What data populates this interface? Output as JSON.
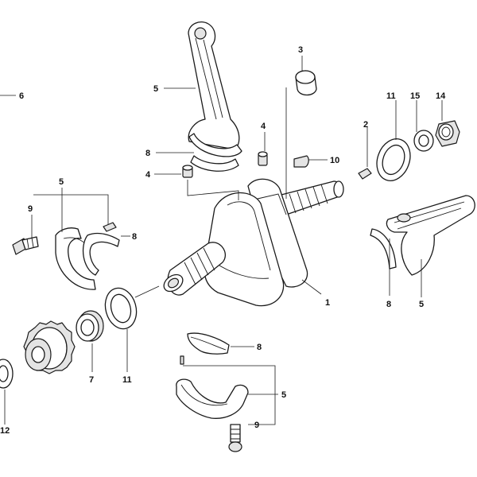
{
  "callouts": [
    {
      "key": "c6a",
      "text": "6"
    },
    {
      "key": "c3",
      "text": "3"
    },
    {
      "key": "c5a",
      "text": "5"
    },
    {
      "key": "c11a",
      "text": "11"
    },
    {
      "key": "c15",
      "text": "15"
    },
    {
      "key": "c14",
      "text": "14"
    },
    {
      "key": "c4a",
      "text": "4"
    },
    {
      "key": "c2",
      "text": "2"
    },
    {
      "key": "c8a",
      "text": "8"
    },
    {
      "key": "c10",
      "text": "10"
    },
    {
      "key": "c4b",
      "text": "4"
    },
    {
      "key": "c5b",
      "text": "5"
    },
    {
      "key": "c9a",
      "text": "9"
    },
    {
      "key": "c8b",
      "text": "8"
    },
    {
      "key": "c1",
      "text": "1"
    },
    {
      "key": "c8c",
      "text": "8"
    },
    {
      "key": "c5c",
      "text": "5"
    },
    {
      "key": "c7",
      "text": "7"
    },
    {
      "key": "c11b",
      "text": "11"
    },
    {
      "key": "c8d",
      "text": "8"
    },
    {
      "key": "c5d",
      "text": "5"
    },
    {
      "key": "c12",
      "text": "12"
    },
    {
      "key": "c9b",
      "text": "9"
    }
  ]
}
